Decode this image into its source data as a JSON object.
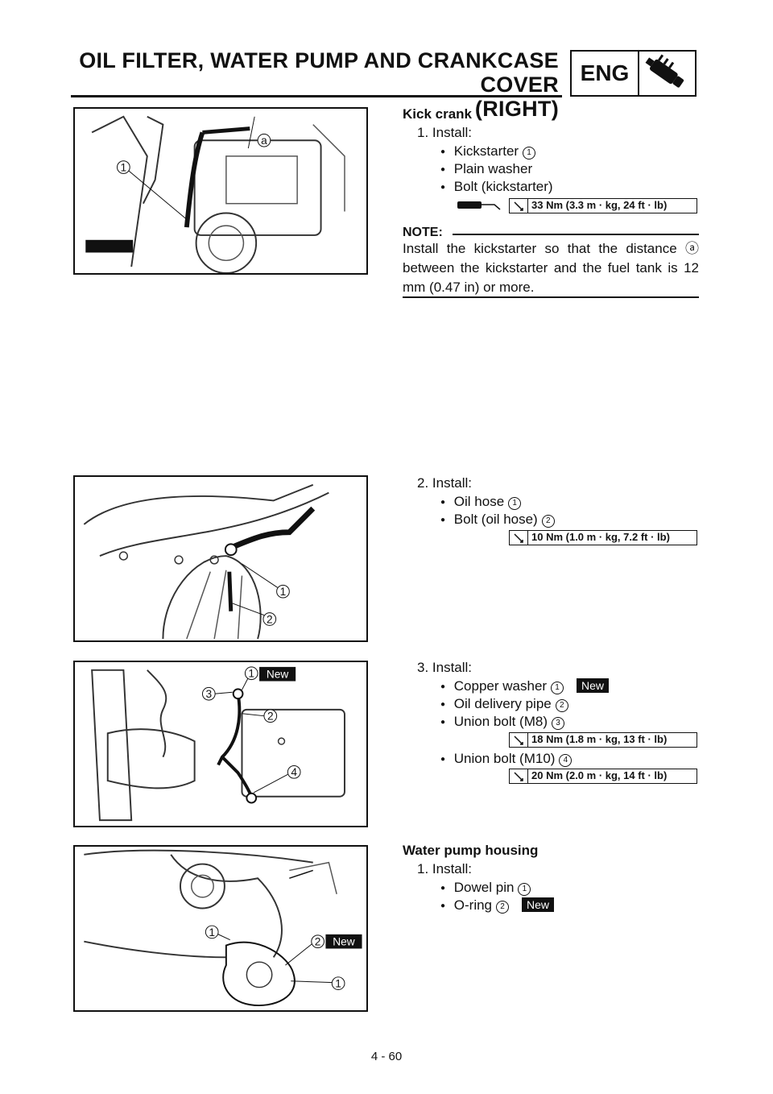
{
  "header": {
    "title_line1": "OIL FILTER, WATER PUMP AND CRANKCASE COVER",
    "title_line2": "(RIGHT)",
    "section_badge": "ENG"
  },
  "kick_crank": {
    "heading": "Kick crank",
    "step1": "1.  Install:",
    "items": [
      {
        "text": "Kickstarter",
        "num": "1"
      },
      {
        "text": "Plain washer",
        "num": ""
      },
      {
        "text": "Bolt (kickstarter)",
        "num": ""
      }
    ],
    "torque": "33 Nm (3.3 m · kg, 24 ft · lb)",
    "note_label": "NOTE:",
    "note_text": "Install the kickstarter so that the distance ⓐ between the kickstarter and the fuel tank is 12 mm (0.47 in) or more.",
    "fig_labels": {
      "a": "a",
      "n1": "1"
    }
  },
  "step2": {
    "label": "2.  Install:",
    "items": [
      {
        "text": "Oil hose",
        "num": "1"
      },
      {
        "text": "Bolt (oil hose)",
        "num": "2"
      }
    ],
    "torque": "10 Nm (1.0 m · kg, 7.2 ft · lb)",
    "fig_labels": {
      "n1": "1",
      "n2": "2"
    }
  },
  "step3": {
    "label": "3.  Install:",
    "items": [
      {
        "text": "Copper washer",
        "num": "1"
      },
      {
        "text": "Oil delivery pipe",
        "num": "2"
      },
      {
        "text": "Union bolt (M8)",
        "num": "3"
      },
      {
        "text": "Union bolt (M10)",
        "num": "4"
      }
    ],
    "new_badge": "New",
    "torque_m8": "18 Nm (1.8 m · kg, 13 ft · lb)",
    "torque_m10": "20 Nm (2.0 m · kg, 14 ft · lb)",
    "fig_labels": {
      "n1": "1",
      "n2": "2",
      "n3": "3",
      "n4": "4",
      "new": "New"
    }
  },
  "water_pump": {
    "heading": "Water pump housing",
    "step1": "1.  Install:",
    "items": [
      {
        "text": "Dowel pin",
        "num": "1"
      },
      {
        "text": "O-ring",
        "num": "2"
      }
    ],
    "new_badge": "New",
    "fig_labels": {
      "n1": "1",
      "n2": "2",
      "new": "New"
    }
  },
  "footer": {
    "page": "4 - 60"
  }
}
